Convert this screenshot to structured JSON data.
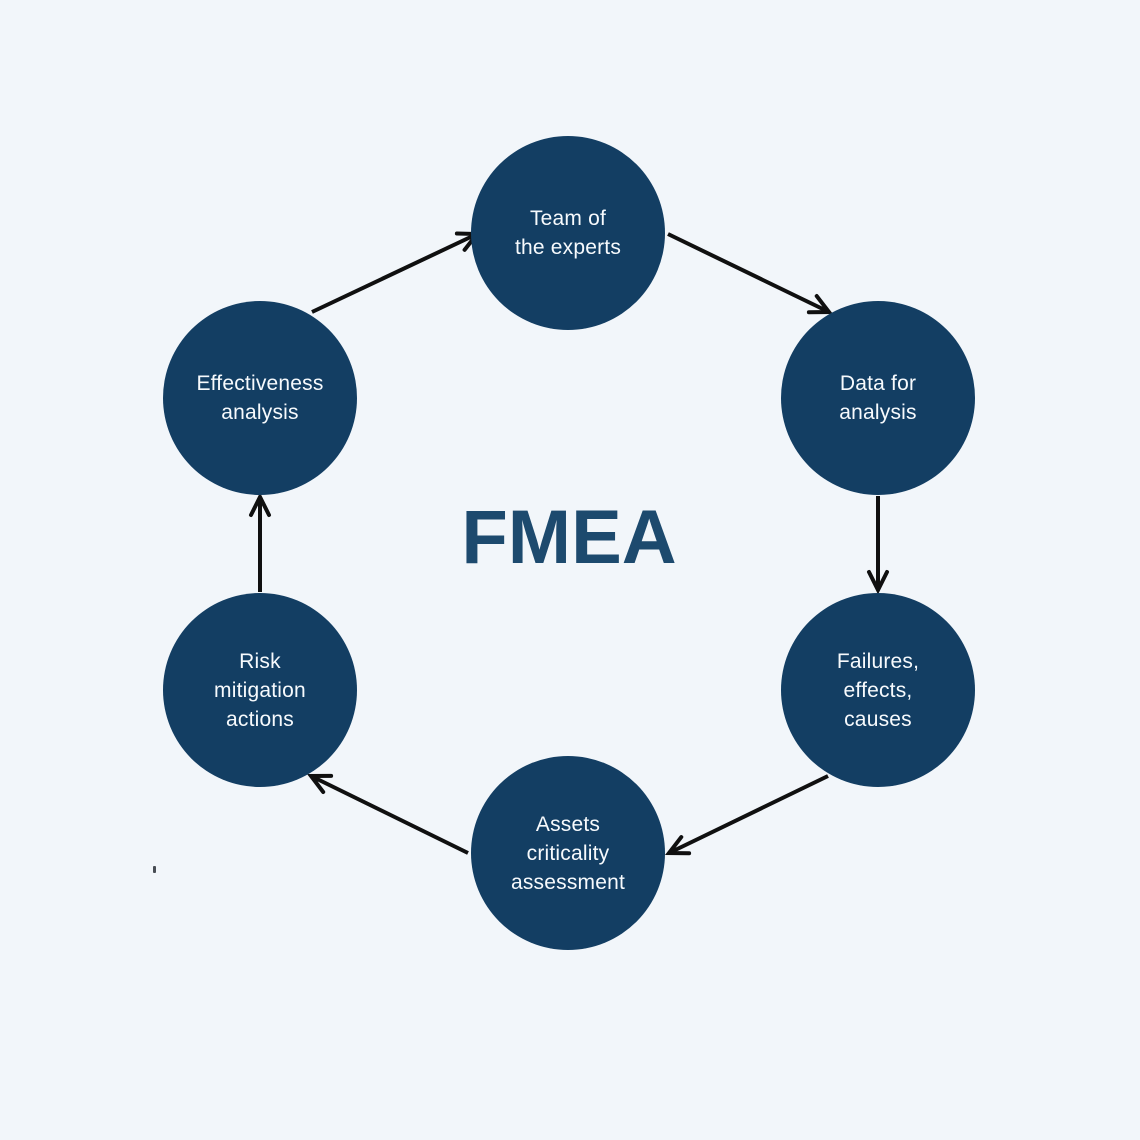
{
  "title": "FMEA",
  "colors": {
    "background": "#f2f6fa",
    "circle_fill": "#133e63",
    "title_color": "#1d4a6e",
    "circle_text": "#f7fafd",
    "arrow_color": "#101010"
  },
  "steps": [
    {
      "name": "team-of-the-experts",
      "lines": [
        "Team of",
        "the experts"
      ]
    },
    {
      "name": "data-for-analysis",
      "lines": [
        "Data for",
        "analysis"
      ]
    },
    {
      "name": "failures-effects-causes",
      "lines": [
        "Failures,",
        "effects,",
        "causes"
      ]
    },
    {
      "name": "assets-criticality-assessment",
      "lines": [
        "Assets",
        "criticality",
        "assessment"
      ]
    },
    {
      "name": "risk-mitigation-actions",
      "lines": [
        "Risk",
        "mitigation",
        "actions"
      ]
    },
    {
      "name": "effectiveness-analysis",
      "lines": [
        "Effectiveness",
        "analysis"
      ]
    }
  ],
  "flow": [
    {
      "from": "team-of-the-experts",
      "to": "data-for-analysis"
    },
    {
      "from": "data-for-analysis",
      "to": "failures-effects-causes"
    },
    {
      "from": "failures-effects-causes",
      "to": "assets-criticality-assessment"
    },
    {
      "from": "assets-criticality-assessment",
      "to": "risk-mitigation-actions"
    },
    {
      "from": "risk-mitigation-actions",
      "to": "effectiveness-analysis"
    },
    {
      "from": "effectiveness-analysis",
      "to": "team-of-the-experts"
    }
  ]
}
